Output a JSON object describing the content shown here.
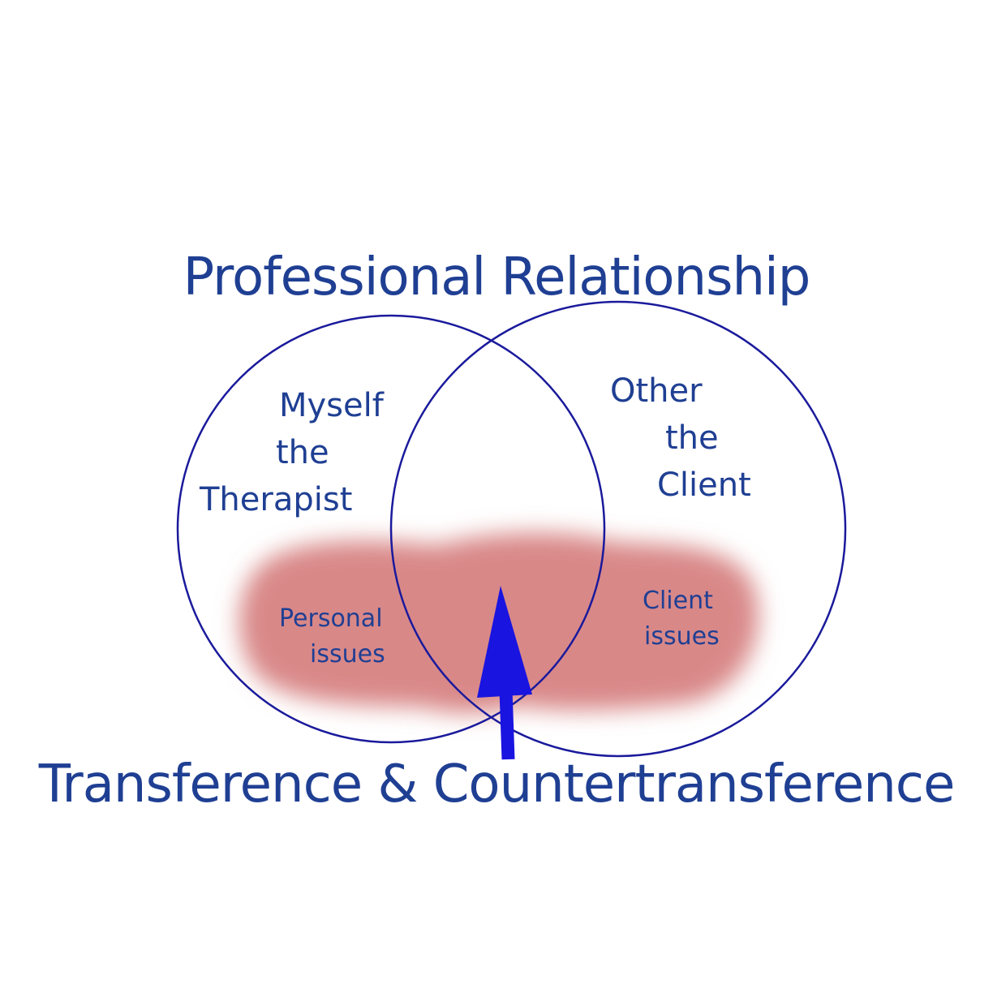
{
  "title": "Professional Relationship",
  "left_circle": {
    "line1": "Myself",
    "line2": "the",
    "line3": "Therapist",
    "issues_line1": "Personal",
    "issues_line2": "issues"
  },
  "right_circle": {
    "line1": "Other",
    "line2": "the",
    "line3": "Client",
    "issues_line1": "Client",
    "issues_line2": "issues"
  },
  "bottom_label": "Transference & Countertransference",
  "colors": {
    "text": "#1f3f93",
    "circle_stroke": "#1a1a9c",
    "blob": "#d98888",
    "arrow": "#1a14e0",
    "background": "#ffffff"
  }
}
